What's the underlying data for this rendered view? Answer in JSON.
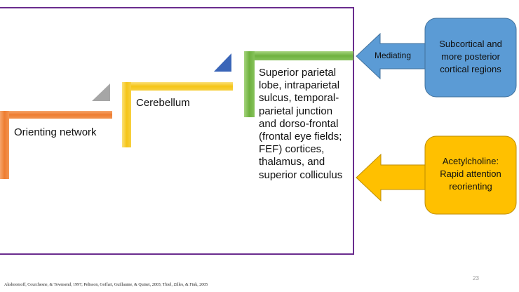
{
  "steps": [
    {
      "label": "Orienting network"
    },
    {
      "label": "Cerebellum"
    },
    {
      "label": "Superior parietal lobe, intraparietal sulcus, temporal-parietal junction and dorso-frontal (frontal eye fields; FEF) cortices, thalamus, and superior colliculus"
    }
  ],
  "step_lines": [
    "Superior parietal",
    "lobe, intraparietal",
    "sulcus, temporal-",
    "parietal junction",
    "and dorso-frontal",
    "(frontal eye fields;",
    "FEF) cortices,",
    "thalamus, and",
    "superior colliculus"
  ],
  "mediating_arrow": {
    "label": "Mediating"
  },
  "subcortical_box": {
    "line1": "Subcortical and",
    "line2": "more posterior",
    "line3": "cortical regions"
  },
  "acetylcholine_box": {
    "line1": "Acetylcholine:",
    "line2": "Rapid attention",
    "line3": "reorienting"
  },
  "citation": "Akshoomoff, Courchesne, & Townsend, 1997; Pelisson, Goffart, Guillaume, & Quinet, 2003; Thiel, Zilles, & Fink, 2005",
  "page_number": "23",
  "colors": {
    "frame": "#6a2c8e",
    "orange": "#ee7d31",
    "yellow": "#f5c518",
    "green": "#6fb23f",
    "blue": "#5b9bd5",
    "gold": "#ffc000",
    "gray_triangle": "#a6a6a6",
    "blue_triangle": "#3a65b8"
  }
}
